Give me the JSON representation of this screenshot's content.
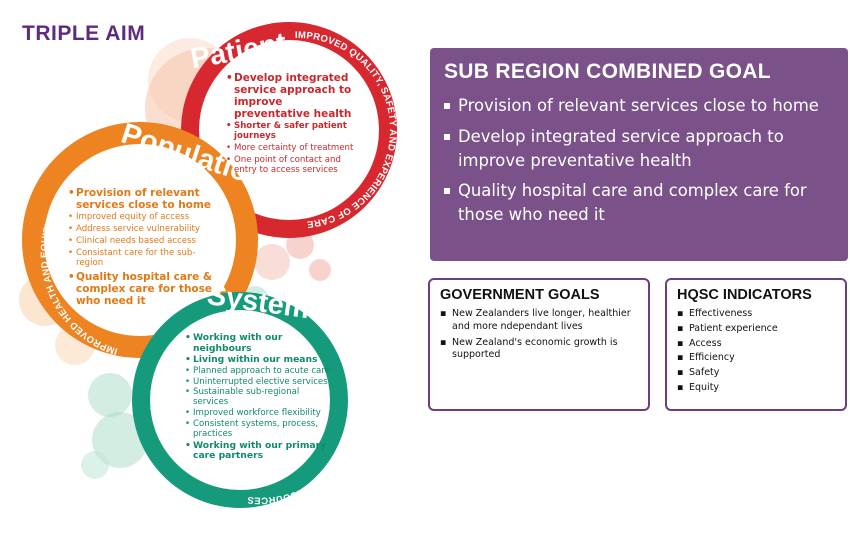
{
  "title": "TRIPLE AIM",
  "patient": {
    "heading": "Patient",
    "arc": "IMPROVED QUALITY, SAFETY AND EXPERIENCE OF CARE",
    "items": [
      "Develop integrated service approach to improve preventative health",
      "Shorter & safer patient journeys",
      "More certainty of treatment",
      "One point of contact and entry to access services"
    ]
  },
  "population": {
    "heading": "Population",
    "arc": "IMPROVED HEALTH AND EQUITY FOR ALL POPULATIONS",
    "items": [
      "Provision of relevant services close to home",
      "Improved equity of access",
      "Address service vulnerability",
      "Clinical needs based access",
      "Consistant care for the sub-region",
      "Quality hospital care & complex care for those who need it"
    ]
  },
  "system": {
    "heading": "System",
    "arc": "BEST VALUE FOR PUBLIC HEALTH SYSTEM RESOURCES",
    "items": [
      "Working with our neighbours",
      "Living within our means",
      "Planned approach to acute care",
      "Uninterrupted elective services",
      "Sustainable sub-regional services",
      "Improved workforce flexibility",
      "Consistent systems, process, practices",
      "Working with our primary care partners"
    ]
  },
  "goal": {
    "title": "SUB REGION COMBINED GOAL",
    "items": [
      "Provision of relevant services close to home",
      "Develop integrated service approach to improve preventative health",
      "Quality hospital care and complex care for those who need it"
    ]
  },
  "government": {
    "title": "GOVERNMENT GOALS",
    "items": [
      "New Zealanders live longer, healthier and more ndependant lives",
      "New Zealand's economic growth is supported"
    ]
  },
  "hqsc": {
    "title": "HQSC INDICATORS",
    "items": [
      "Effectiveness",
      "Patient experience",
      "Access",
      "Efficiency",
      "Safety",
      "Equity"
    ]
  },
  "colors": {
    "purple": "#5e2b7e",
    "patient_red": "#d7282f",
    "population_orange": "#ee8322",
    "system_green": "#159b7c",
    "goal_box": "#7a5289"
  }
}
